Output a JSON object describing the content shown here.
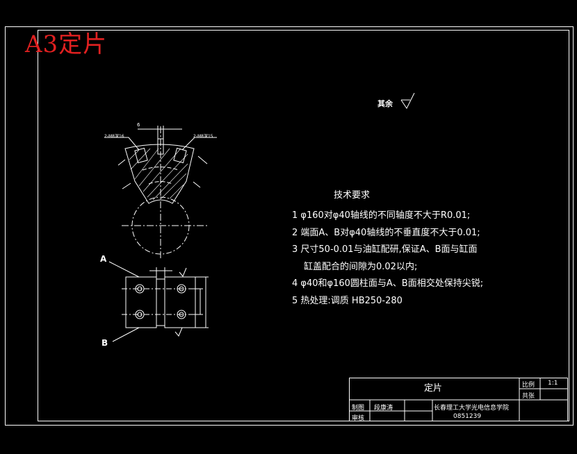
{
  "a3_label": "A3定片",
  "roughness": {
    "label": "其余",
    "symbol": "rough-surface-symbol"
  },
  "technical_requirements": {
    "title": "技术要求",
    "items": [
      "1 φ160对φ40轴线的不同轴度不大于R0.01;",
      "2 端面A、B对φ40轴线的不垂直度不大于0.01;",
      "3 尺寸50-0.01与油缸配研,保证A、B面与缸面",
      "缸盖配合的间隙为0.02以内;",
      "4 φ40和φ160圆柱面与A、B面相交处保持尖锐;",
      "5 热处理:调质 HB250-280"
    ]
  },
  "views": {
    "top_dims": {
      "width": "6",
      "left_hole": "2-M8深16",
      "right_hole": "2-M8深15"
    },
    "labels": {
      "a": "A",
      "b": "B"
    }
  },
  "title_block": {
    "part_name": "定片",
    "scale_label": "比例",
    "scale_value": "1:1",
    "sheets_label": "共张",
    "designer_label": "制图",
    "designer_name": "段康涛",
    "reviewer_label": "审核",
    "institution": "长春理工大学光电信息学院",
    "number": "0851239"
  },
  "colors": {
    "line": "#ffffff",
    "accent": "#e02020",
    "background": "#000000"
  }
}
